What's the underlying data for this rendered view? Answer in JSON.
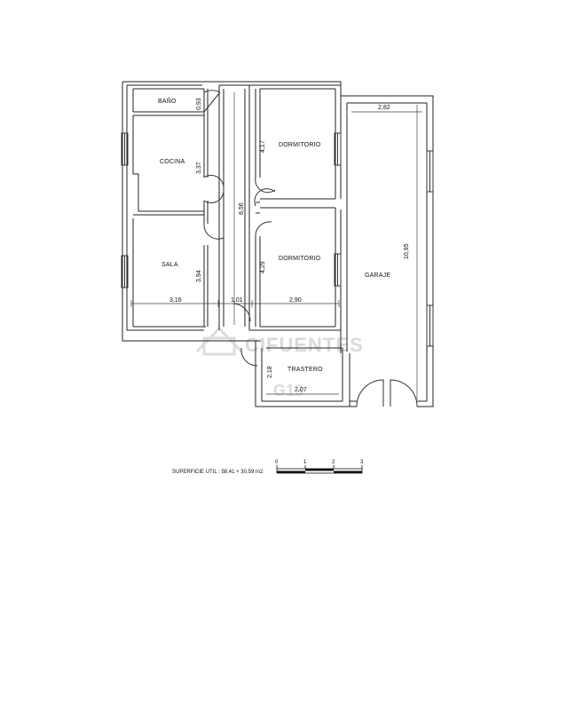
{
  "rooms": {
    "bano": "BAÑO",
    "cocina": "COCINA",
    "sala": "SALA",
    "dormitorio_1": "DORMITORIO",
    "dormitorio_2": "DORMITORIO",
    "garaje": "GARAJE",
    "trastero": "TRASTERO"
  },
  "dimensions": {
    "bano_height": "0,93",
    "cocina_height": "3,37",
    "sala_height": "3,94",
    "corridor_length": "8,56",
    "dorm1_height": "4,17",
    "dorm2_height": "4,29",
    "garage_length": "10,95",
    "garage_width": "2,82",
    "sala_width": "3,16",
    "corridor_width": "1,01",
    "dorm_width": "2,90",
    "trastero_height": "2,18",
    "trastero_width": "2,07"
  },
  "watermark": {
    "brand": "CIFUENTES",
    "code": "G13"
  },
  "summary": {
    "surface_text": "SUPERFICIE UTIL : 58,41 + 30,59 m2"
  },
  "scale": {
    "ticks": [
      "0",
      "1",
      "2",
      "3"
    ]
  }
}
